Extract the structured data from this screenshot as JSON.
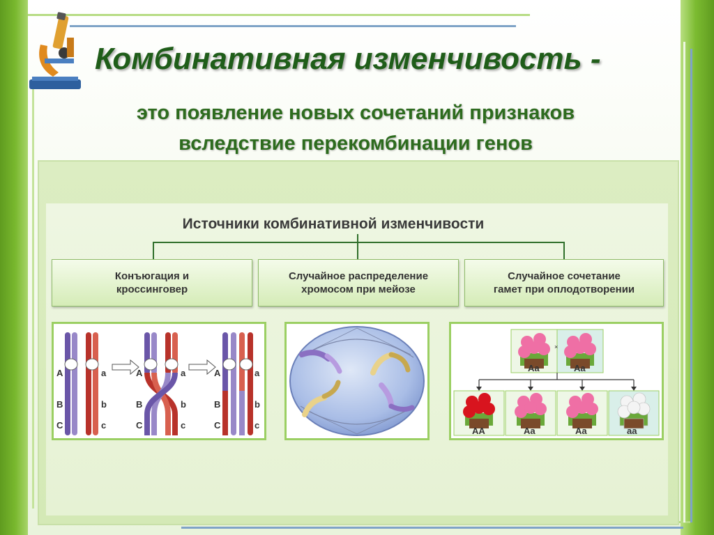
{
  "slide": {
    "title": "Комбинативная изменчивость -",
    "subtitle_line1": "это появление новых сочетаний признаков",
    "subtitle_line2": "вследствие перекомбинации генов"
  },
  "diagram": {
    "heading": "Источники комбинативной изменчивости",
    "sources": [
      {
        "line1": "Конъюгация и",
        "line2": "кроссинговер"
      },
      {
        "line1": "Случайное распределение",
        "line2": "хромосом при мейозе"
      },
      {
        "line1": "Случайное сочетание",
        "line2": "гамет при оплодотворении"
      }
    ],
    "gene_labels": [
      "A",
      "a",
      "B",
      "b",
      "C",
      "c"
    ],
    "parents": [
      "Aa",
      "Aa"
    ],
    "cross_symbol": "×",
    "offspring": [
      "AA",
      "Aa",
      "Aa",
      "aa"
    ]
  },
  "colors": {
    "title": "#1f5d19",
    "frame_green": "#6aa825",
    "connector": "#2f6f2a",
    "chromosome_purple": "#6a56a8",
    "chromosome_red": "#b8322a",
    "flower_pink": "#ef6fa5",
    "flower_red": "#d8141e",
    "flower_white": "#f4f4f4"
  },
  "icons": [
    "microscope-icon",
    "arrow-right-icon",
    "arrow-down-icon"
  ]
}
